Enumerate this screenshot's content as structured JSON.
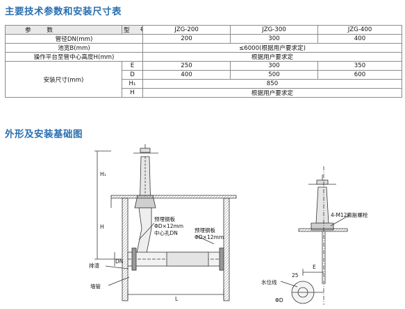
{
  "section_titles": {
    "spec_table": "主要技术参数和安装尺寸表",
    "drawing": "外形及安装基础图"
  },
  "table": {
    "header": {
      "param_label": "参 数",
      "type_label": "型 号",
      "models": [
        "JZG-200",
        "JZG-300",
        "JZG-400"
      ]
    },
    "rows": {
      "pipe_dn": {
        "label": "管径DN(mm)",
        "values": [
          "200",
          "300",
          "400"
        ]
      },
      "pool_width": {
        "label": "池宽B(mm)",
        "value": "≤6000(根据用户要求定)"
      },
      "platform_height": {
        "label": "操作平台至管中心高度H(mm)",
        "value": "根据用户要求定"
      },
      "install": {
        "label": "安装尺寸(mm)",
        "E": {
          "key": "E",
          "values": [
            "250",
            "300",
            "350"
          ]
        },
        "D": {
          "key": "D",
          "values": [
            "400",
            "500",
            "600"
          ]
        },
        "H1": {
          "key": "H₁",
          "value": "850"
        },
        "H": {
          "key": "H",
          "value": "根据用户要求定"
        }
      }
    }
  },
  "drawing_labels": {
    "h1": "H₁",
    "h": "H",
    "dn": "DN",
    "l": "L",
    "outlet": "排渣",
    "wall_pipe": "墙管",
    "plate1_title": "预埋钢板",
    "plate1_size": "ΦD×12mm",
    "plate1_center": "中心孔DN",
    "plate2_title": "预埋钢板",
    "plate2_size": "ΦD×12mm",
    "bolt": "4-M12膨胀螺栓",
    "e": "E",
    "dim_25": "25",
    "water_level": "水位线",
    "phi_d": "ΦD"
  },
  "colors": {
    "title": "#2a6fb0",
    "line": "#333333",
    "header_bg": "#e9e9e9"
  }
}
